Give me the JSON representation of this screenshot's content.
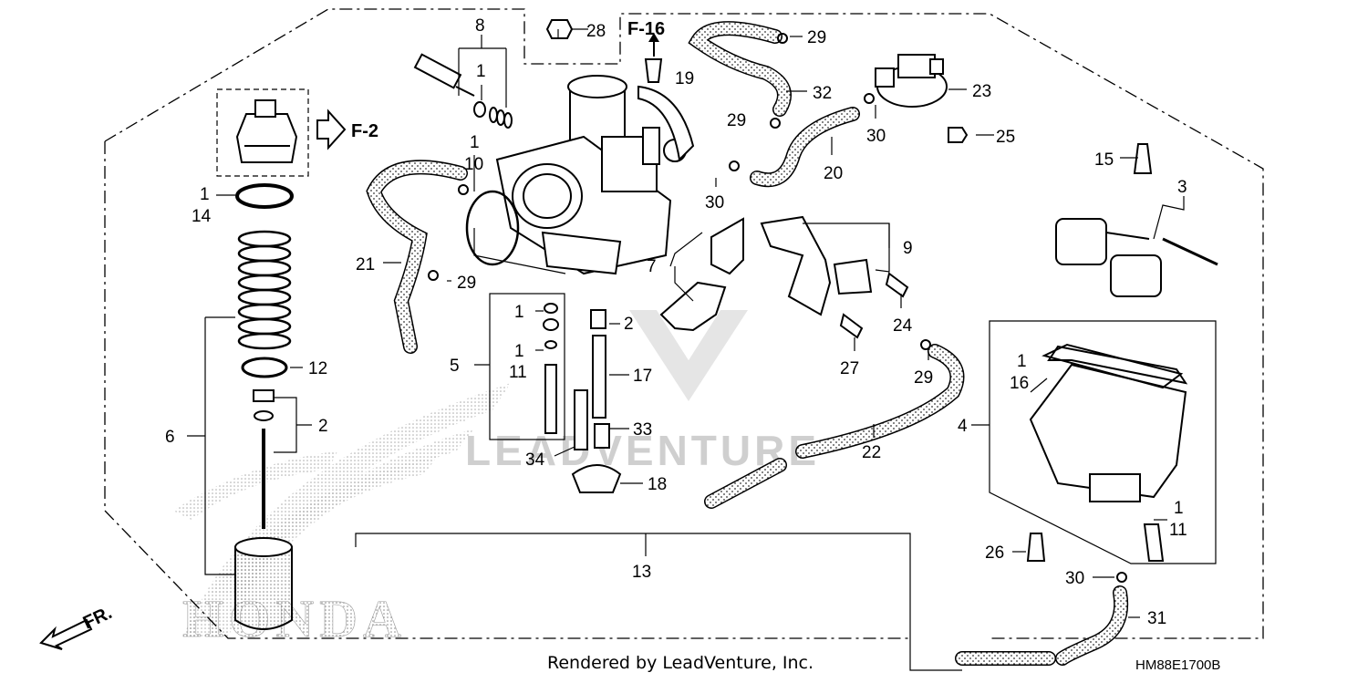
{
  "diagram": {
    "part_labels": [
      "8",
      "1",
      "28",
      "F-16",
      "19",
      "29",
      "32",
      "23",
      "1",
      "10",
      "29",
      "30",
      "25",
      "20",
      "30",
      "F-2",
      "1",
      "14",
      "21",
      "29",
      "15",
      "3",
      "7",
      "9",
      "24",
      "1",
      "2",
      "1",
      "11",
      "5",
      "17",
      "27",
      "29",
      "22",
      "12",
      "6",
      "2",
      "33",
      "34",
      "18",
      "4",
      "1",
      "16",
      "1",
      "11",
      "26",
      "13",
      "30",
      "31"
    ],
    "refs": {
      "f2": "F-2",
      "f16": "F-16",
      "front": "FR."
    },
    "watermark_text": "LEADVENTURE",
    "brand_text": "HONDA"
  },
  "footer": {
    "credit": "Rendered by LeadVenture, Inc.",
    "diagram_code": "HM88E1700B"
  }
}
